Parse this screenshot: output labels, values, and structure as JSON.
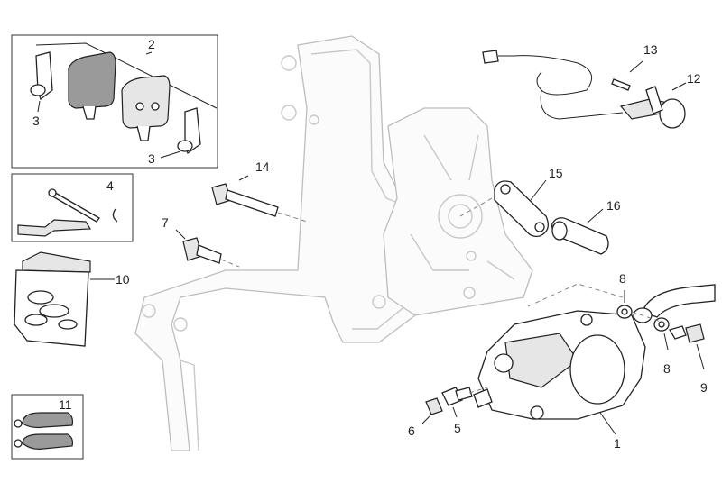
{
  "diagram": {
    "callouts": {
      "c1": "1",
      "c2": "2",
      "c3a": "3",
      "c3b": "3",
      "c4": "4",
      "c5": "5",
      "c6": "6",
      "c7": "7",
      "c8a": "8",
      "c8b": "8",
      "c9": "9",
      "c10": "10",
      "c11": "11",
      "c12": "12",
      "c13": "13",
      "c14": "14",
      "c15": "15",
      "c16": "16"
    }
  }
}
